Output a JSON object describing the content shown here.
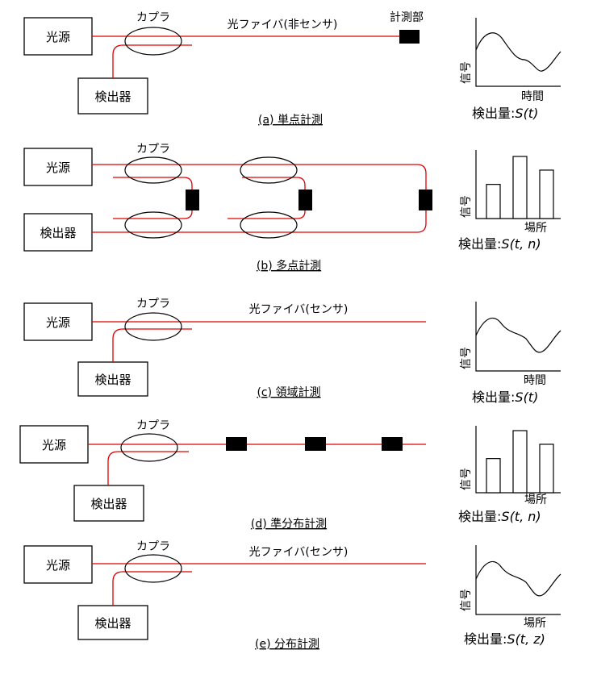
{
  "colors": {
    "fiber": "#e00000",
    "line": "#000000",
    "sensor": "#000000"
  },
  "labels": {
    "light_source": "光源",
    "detector": "検出器",
    "coupler": "カプラ",
    "signal": "信号",
    "time": "時間",
    "place": "場所",
    "measure_part": "計測部",
    "fiber_non_sensor": "光ファイバ(非センサ)",
    "fiber_sensor": "光ファイバ(センサ)",
    "qty_prefix": "検出量:"
  },
  "captions": {
    "a": "(a) 単点計測",
    "b": "(b) 多点計測",
    "c": "(c) 領域計測",
    "d": "(d) 準分布計測",
    "e": "(e) 分布計測"
  },
  "formulas": {
    "a": "S(t)",
    "b": "S(t, n)",
    "c": "S(t)",
    "d": "S(t, n)",
    "e": "S(t, z)"
  },
  "chart_data": [
    {
      "panel": "a",
      "type": "line",
      "xlabel": "時間",
      "ylabel": "信号"
    },
    {
      "panel": "b",
      "type": "bar",
      "xlabel": "場所",
      "ylabel": "信号",
      "values": [
        0.55,
        1.0,
        0.78
      ]
    },
    {
      "panel": "c",
      "type": "line",
      "xlabel": "時間",
      "ylabel": "信号"
    },
    {
      "panel": "d",
      "type": "bar",
      "xlabel": "場所",
      "ylabel": "信号",
      "values": [
        0.55,
        1.0,
        0.78
      ]
    },
    {
      "panel": "e",
      "type": "line",
      "xlabel": "場所",
      "ylabel": "信号"
    }
  ]
}
